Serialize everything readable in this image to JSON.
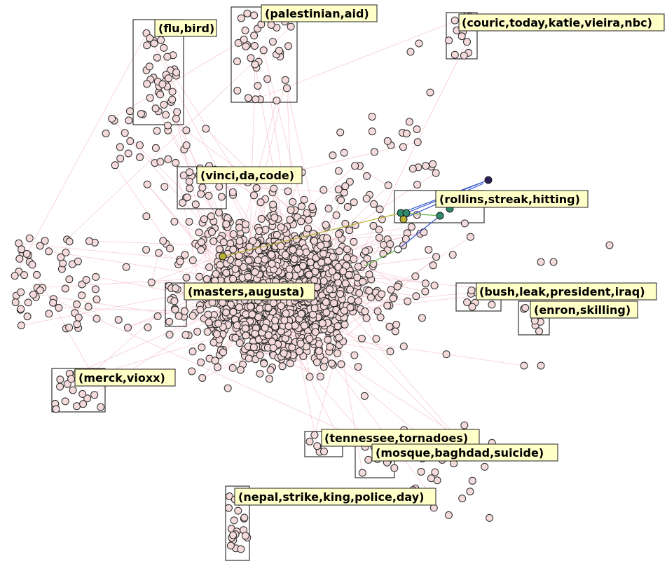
{
  "colors": {
    "background": "#ffffff",
    "node_fill": "#f4dada",
    "node_stroke": "#2a2a2a",
    "edge": "#f3bcc8",
    "label_fill": "#ffffc8",
    "label_stroke": "#202020",
    "box_stroke": "#333333",
    "highlight_dark": "#2c1e5a",
    "highlight_teal": "#2e8b6c",
    "highlight_olive": "#b8b232",
    "highlight_edge_blue": "#3355cc",
    "highlight_edge_green": "#66bb44"
  },
  "clusters": [
    {
      "id": "flu",
      "label": "(flu,bird)"
    },
    {
      "id": "palestinian",
      "label": "(palestinian,aid)"
    },
    {
      "id": "couric",
      "label": "(couric,today,katie,vieira,nbc)"
    },
    {
      "id": "vinci",
      "label": "(vinci,da,code)"
    },
    {
      "id": "rollins",
      "label": "(rollins,streak,hitting)"
    },
    {
      "id": "masters",
      "label": "(masters,augusta)"
    },
    {
      "id": "bush",
      "label": "(bush,leak,president,iraq)"
    },
    {
      "id": "enron",
      "label": "(enron,skilling)"
    },
    {
      "id": "merck",
      "label": "(merck,vioxx)"
    },
    {
      "id": "tennessee",
      "label": "(tennessee,tornadoes)"
    },
    {
      "id": "mosque",
      "label": "(mosque,baghdad,suicide)"
    },
    {
      "id": "nepal",
      "label": "(nepal,strike,king,police,day)"
    }
  ]
}
